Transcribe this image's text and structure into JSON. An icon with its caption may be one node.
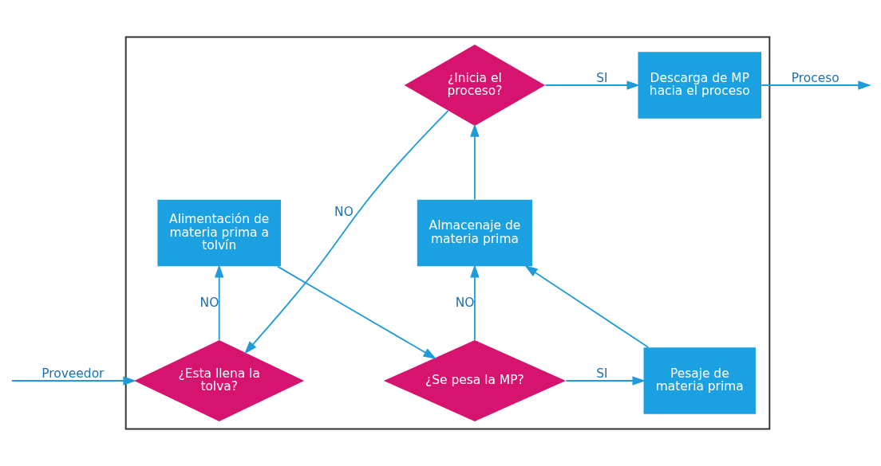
{
  "diagram": {
    "nodes": [
      {
        "text": [],
        "shape": "box"
      },
      {
        "text": [
          "¿Inicia el proceso?"
        ],
        "in": 0
      },
      {
        "text": [
          "Descarga de MP hacia el proceso"
        ],
        "in": 0
      },
      {
        "text": [
          "¿Esta llena la tolva?"
        ],
        "in": 0
      },
      {
        "text": [
          "Almacenaje de materia prima"
        ],
        "in": 0
      },
      {
        "text": [
          "Alimentación de materia prima a tolvín"
        ],
        "in": 0
      },
      {
        "text": [
          "¿Se pesa la MP?"
        ],
        "in": 0
      },
      {
        "text": [
          "Pesaje de materia prima"
        ],
        "in": 0
      }
    ],
    "edges": [
      {
        "from": null,
        "to": 3,
        "arrow": "to",
        "label": "Proveedor"
      },
      {
        "from": 1,
        "to": 3,
        "arrow": "to",
        "label": "NO"
      },
      {
        "from": 4,
        "to": 1,
        "arrow": "to"
      },
      {
        "from": 1,
        "to": 2,
        "arrow": "to",
        "label": "SI"
      },
      {
        "from": 3,
        "to": 5,
        "arrow": "to",
        "label": "NO"
      },
      {
        "from": 5,
        "to": 6,
        "arrow": "to"
      },
      {
        "from": 6,
        "to": 7,
        "arrow": "to",
        "label": "SI"
      },
      {
        "from": 6,
        "to": 4,
        "arrow": "to",
        "label": "NO"
      },
      {
        "from": 7,
        "to": 4,
        "arrow": "to"
      },
      {
        "from": 2,
        "to": null,
        "arrow": "to",
        "label": "Proceso"
      }
    ]
  }
}
